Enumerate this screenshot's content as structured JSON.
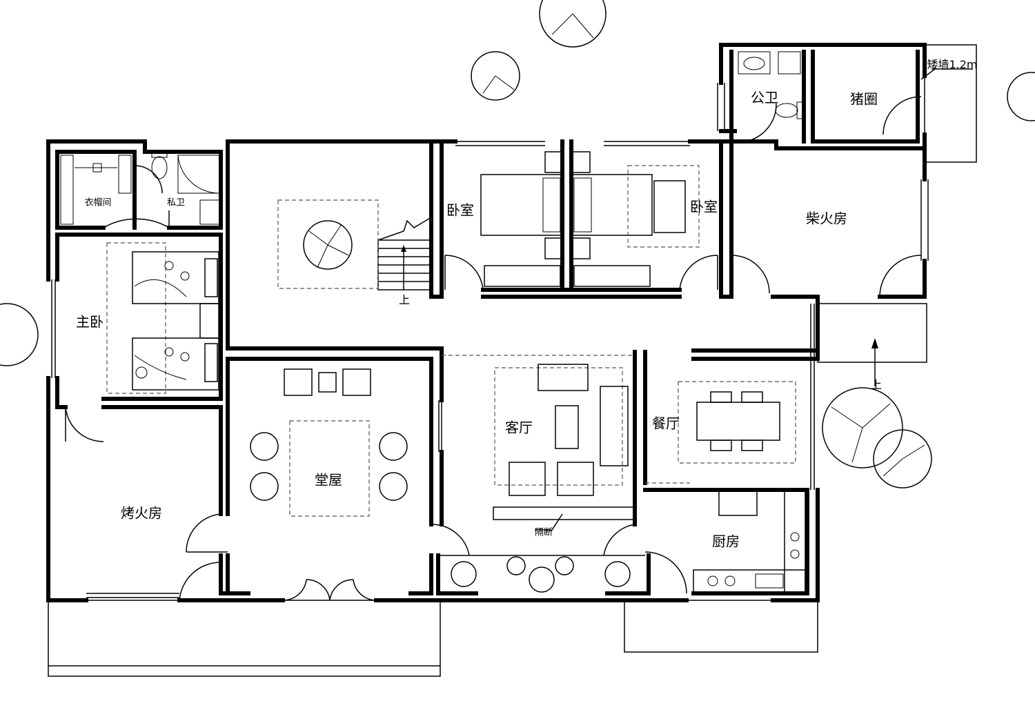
{
  "rooms": {
    "cloakroom": "衣帽间",
    "private_bath": "私卫",
    "master_bedroom": "主卧",
    "fire_room": "烤火房",
    "hall": "堂屋",
    "living_room": "客厅",
    "bedroom_left": "卧室",
    "bedroom_right": "卧室",
    "public_toilet": "公卫",
    "pig_pen": "猪圈",
    "firewood_room": "柴火房",
    "dining_room": "餐厅",
    "kitchen": "厨房"
  },
  "annotations": {
    "low_wall": "矮墙1.2m",
    "partition": "隔断",
    "stairs_up": "上",
    "ramp_up": "上"
  }
}
